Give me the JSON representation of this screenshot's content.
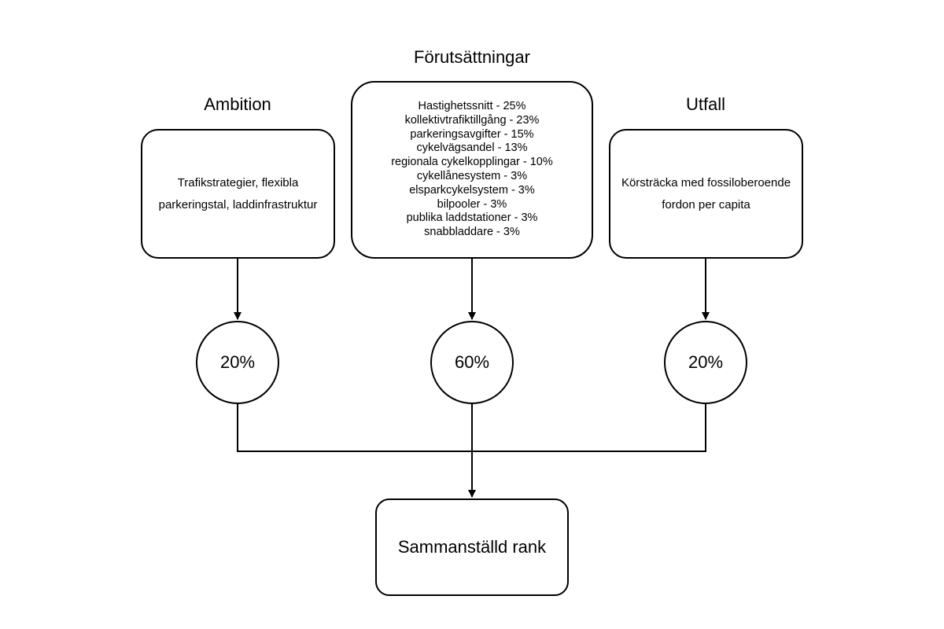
{
  "headings": {
    "ambition": "Ambition",
    "forutsattningar": "Förutsättningar",
    "utfall": "Utfall"
  },
  "boxes": {
    "ambition": {
      "lines": [
        "Trafikstrategier, flexibla",
        "parkeringstal, laddinfrastruktur"
      ]
    },
    "forutsattningar": {
      "items": [
        "Hastighetssnitt - 25%",
        "kollektivtrafiktillgång - 23%",
        "parkeringsavgifter - 15%",
        "cykelvägsandel - 13%",
        "regionala cykelkopplingar - 10%",
        "cykellånesystem - 3%",
        "elsparkcykelsystem - 3%",
        "bilpooler - 3%",
        "publika laddstationer - 3%",
        "snabbladdare - 3%"
      ]
    },
    "utfall": {
      "lines": [
        "Körsträcka med fossiloberoende",
        "fordon per capita"
      ]
    }
  },
  "weights": {
    "ambition": "20%",
    "forutsattningar": "60%",
    "utfall": "20%"
  },
  "result": {
    "label": "Sammanställd rank"
  },
  "colors": {
    "stroke": "#000000",
    "background": "#ffffff"
  }
}
